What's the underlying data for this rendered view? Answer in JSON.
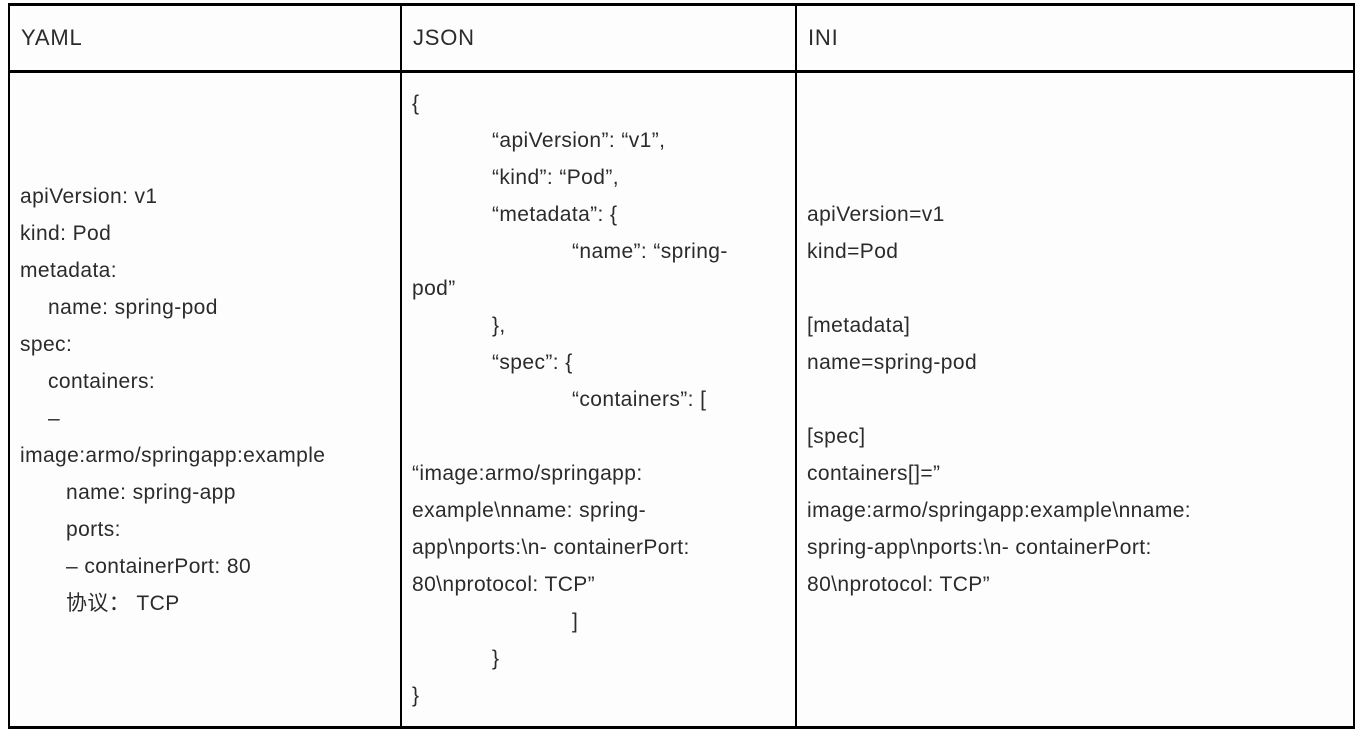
{
  "page": {
    "background": "#ffffff"
  },
  "table": {
    "border_color": "#000000",
    "text_color": "#2b2b2b",
    "columns": [
      {
        "header": "YAML",
        "format": "yaml",
        "lines": [
          {
            "text": "apiVersion: v1",
            "indent": 0
          },
          {
            "text": "kind: Pod",
            "indent": 0
          },
          {
            "text": "metadata:",
            "indent": 0
          },
          {
            "text": "name: spring-pod",
            "indent": 1
          },
          {
            "text": "spec:",
            "indent": 0
          },
          {
            "text": "containers:",
            "indent": 1
          },
          {
            "text": "–",
            "indent": 1
          },
          {
            "text": "image:armo/springapp:example",
            "indent": 0
          },
          {
            "text": "name: spring-app",
            "indent": 2
          },
          {
            "text": "ports:",
            "indent": 2
          },
          {
            "text": "– containerPort: 80",
            "indent": 2
          },
          {
            "text": "协议： TCP",
            "indent": 2
          }
        ]
      },
      {
        "header": "JSON",
        "format": "json",
        "lines": [
          {
            "text": "{",
            "indent": 0
          },
          {
            "text": "“apiVersion”: “v1”,",
            "indent": 1
          },
          {
            "text": "“kind”: “Pod”,",
            "indent": 1
          },
          {
            "text": "“metadata”: {",
            "indent": 1
          },
          {
            "text": "“name”: “spring-",
            "indent": 2
          },
          {
            "text": "pod”",
            "indent": 0
          },
          {
            "text": "},",
            "indent": 1
          },
          {
            "text": "“spec”: {",
            "indent": 1
          },
          {
            "text": "“containers”: [",
            "indent": 2
          },
          {
            "text": "",
            "indent": 0
          },
          {
            "text": "“image:armo/springapp:",
            "indent": 0
          },
          {
            "text": "example\\nname: spring-",
            "indent": 0
          },
          {
            "text": "app\\nports:\\n- containerPort:",
            "indent": 0
          },
          {
            "text": "80\\nprotocol: TCP”",
            "indent": 0
          },
          {
            "text": "]",
            "indent": 2
          },
          {
            "text": "}",
            "indent": 1
          },
          {
            "text": "}",
            "indent": 0
          }
        ]
      },
      {
        "header": "INI",
        "format": "ini",
        "lines": [
          {
            "text": "apiVersion=v1",
            "indent": 0
          },
          {
            "text": "kind=Pod",
            "indent": 0
          },
          {
            "text": "",
            "indent": 0
          },
          {
            "text": "[metadata]",
            "indent": 0
          },
          {
            "text": "name=spring-pod",
            "indent": 0
          },
          {
            "text": "",
            "indent": 0
          },
          {
            "text": "[spec]",
            "indent": 0
          },
          {
            "text": "containers[]=”",
            "indent": 0
          },
          {
            "text": "image:armo/springapp:example\\nname:",
            "indent": 0
          },
          {
            "text": "spring-app\\nports:\\n- containerPort:",
            "indent": 0
          },
          {
            "text": "80\\nprotocol: TCP”",
            "indent": 0
          }
        ]
      }
    ]
  }
}
